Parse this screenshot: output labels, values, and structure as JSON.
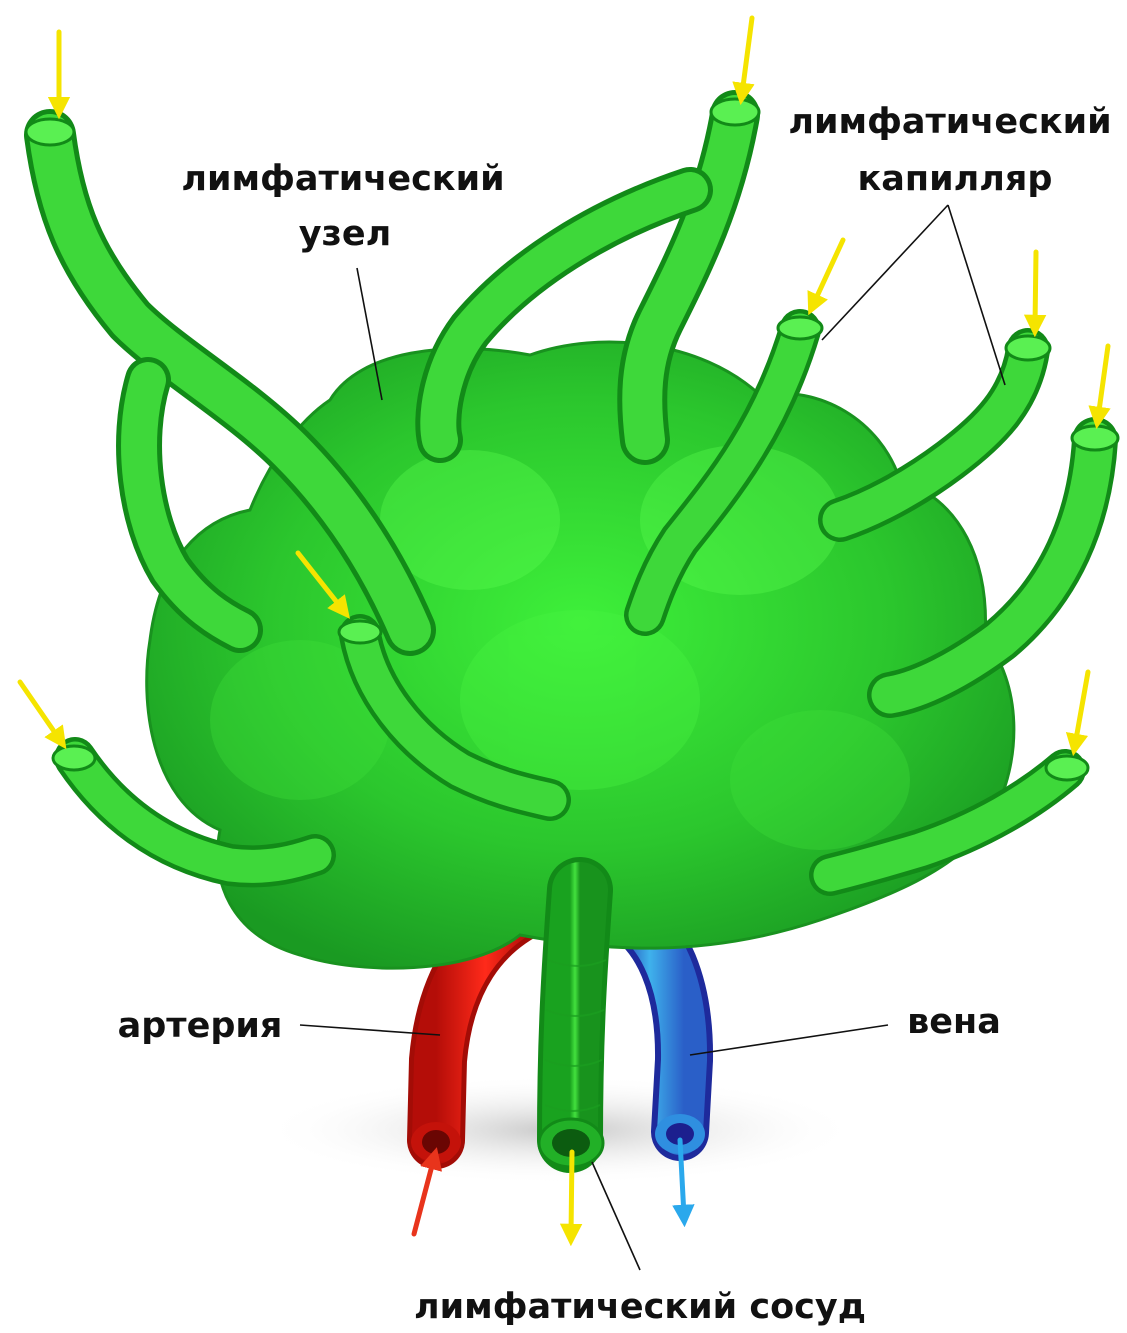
{
  "labels": {
    "node": [
      "лимфатический",
      "узел"
    ],
    "capillary": [
      "лимфатический",
      "капилляр"
    ],
    "artery": "артерия",
    "vein": "вена",
    "vessel": "лимфатический сосуд"
  },
  "colors": {
    "node_green": "#33cc33",
    "node_green_dark": "#14801a",
    "artery_red": "#e0160e",
    "vein_blue": "#3aa7e6",
    "flow_arrow_yellow": "#f5e400",
    "outflow_arrow_blue": "#2aa8ec",
    "inflow_arrow_red": "#e8341c"
  }
}
